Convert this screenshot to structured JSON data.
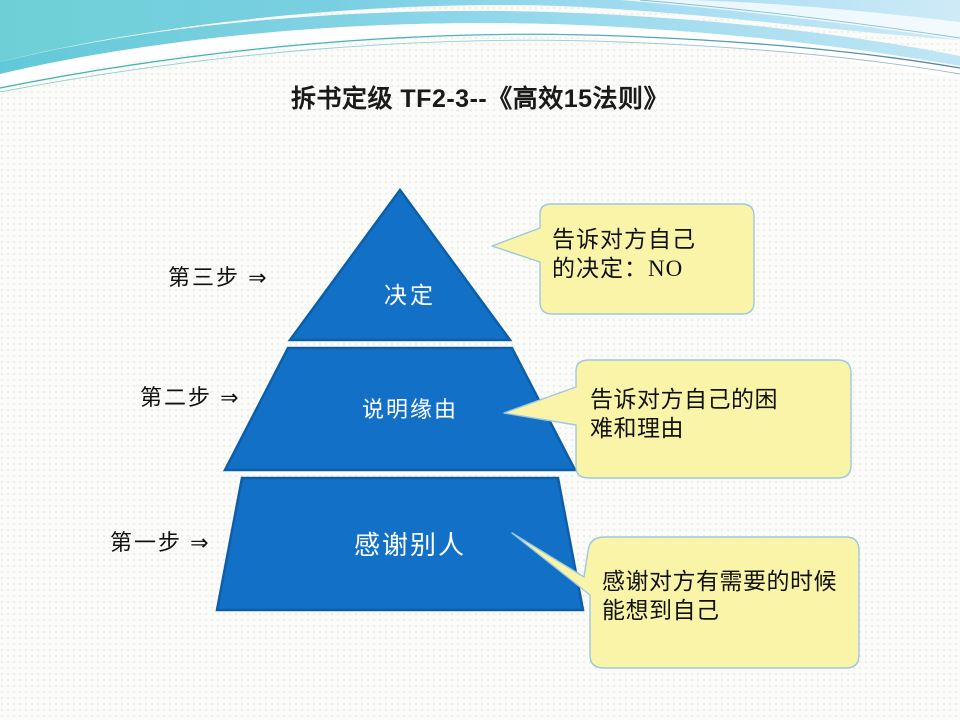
{
  "slide": {
    "title": "拆书定级 TF2-3--《高效15法则》",
    "theme_colors": {
      "wave_teal": "#5bc8d8",
      "wave_blue": "#a8dcf0",
      "pyramid_blue": "#1271c7",
      "pyramid_border": "#0d5ea8",
      "callout_fill": "#faf4a8",
      "callout_border": "#9ec8e0",
      "pyramid_text": "#ffffff",
      "body_text": "#111111",
      "background": "#fbfbf9"
    }
  },
  "steps": [
    {
      "label": "第三步 ⇒"
    },
    {
      "label": "第二步 ⇒"
    },
    {
      "label": "第一步 ⇒"
    }
  ],
  "pyramid": {
    "levels": [
      {
        "label": "决定"
      },
      {
        "label": "说明缘由"
      },
      {
        "label": "感谢别人"
      }
    ]
  },
  "callouts": [
    {
      "text": "告诉对方自己\n的决定：NO"
    },
    {
      "text": "告诉对方自己的困\n难和理由"
    },
    {
      "text": "感谢对方有需要的时候\n能想到自己"
    }
  ]
}
